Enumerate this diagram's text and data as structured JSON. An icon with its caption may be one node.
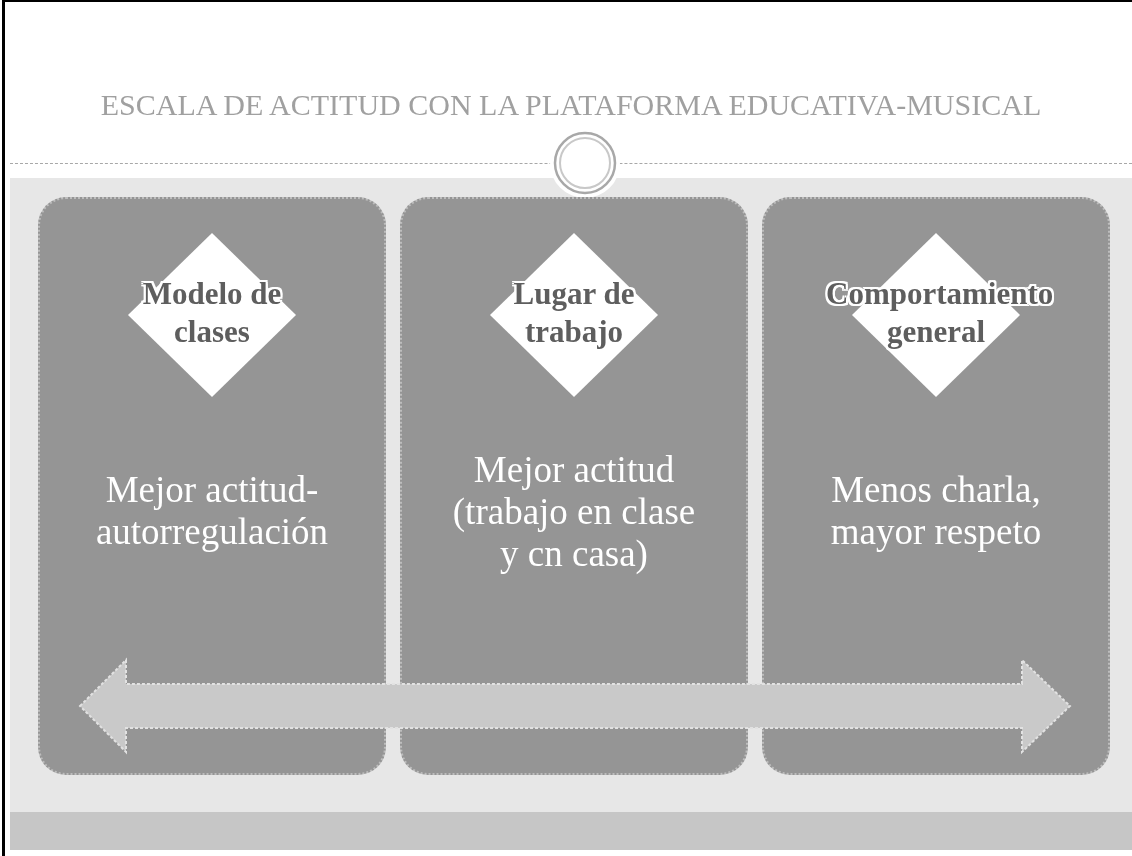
{
  "diagram": {
    "title": "ESCALA DE ACTITUD CON LA PLATAFORMA EDUCATIVA-MUSICAL",
    "nodes": [
      {
        "text": [
          "Mejor actitud- autorregulación"
        ]
      },
      {
        "text": [
          "Modelo de clases"
        ],
        "in": 0
      },
      {
        "text": [
          "Mejor actitud (trabajo en clase y cn casa)"
        ]
      },
      {
        "text": [
          "Lugar de trabajo"
        ],
        "in": 2
      },
      {
        "text": [
          "Menos charla, mayor respeto"
        ]
      },
      {
        "text": [
          "Comportamiento general"
        ],
        "in": 4
      }
    ],
    "edges": []
  }
}
